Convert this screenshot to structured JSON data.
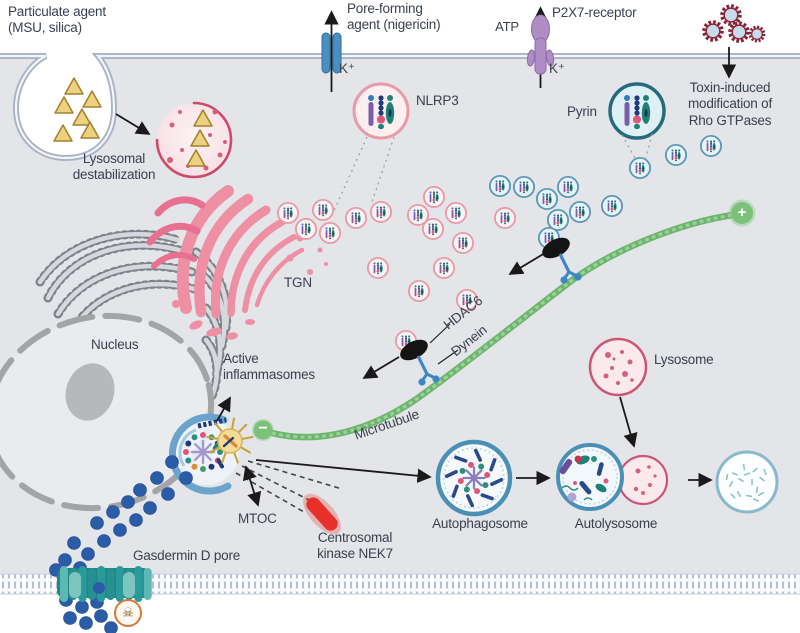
{
  "figure": {
    "top": {
      "particulate_line1": "Particulate agent",
      "particulate_line2": "(MSU, silica)",
      "pore_line1": "Pore-forming",
      "pore_line2": "agent (nigericin)",
      "k_plus": "K⁺",
      "atp": "ATP",
      "p2x7": "P2X7-receptor",
      "toxin_line1": "Toxin-induced",
      "toxin_line2": "modification of",
      "toxin_line3": "Rho GTPases"
    },
    "sensors": {
      "nlrp3": "NLRP3",
      "pyrin": "Pyrin"
    },
    "organelles": {
      "lyso_destab_line1": "Lysosomal",
      "lyso_destab_line2": "destabilization",
      "tgn": "TGN",
      "nucleus": "Nucleus",
      "lysosome": "Lysosome"
    },
    "trafficking": {
      "active_line1": "Active",
      "active_line2": "inflammasomes",
      "hdac6": "HDAC6",
      "dynein": "Dynein",
      "microtubule": "Microtubule",
      "mtoc": "MTOC",
      "nek7_line1": "Centrosomal",
      "nek7_line2": "kinase NEK7",
      "plus_end": "+",
      "minus_end": "−"
    },
    "outcomes": {
      "gasdermin": "Gasdermin D pore",
      "autophagosome": "Autophagosome",
      "autolysosome": "Autolysosome"
    },
    "icons": {
      "skull": "☠"
    },
    "colors": {
      "cell_bg": "#e3e5e9",
      "membrane": "#a9b2c6",
      "tgn_pink": "#ee8fa4",
      "lysosome_border": "#cc5575",
      "microtubule_green": "#6cb56c",
      "gasdermin_teal": "#2a9a9a",
      "gsdmd_dot_navy": "#2a5ca8",
      "nlrp3_border": "#e89aa6",
      "pyrin_border": "#256b7c",
      "p2x7_purple": "#b08cc4",
      "channel_blue": "#4a8fc0",
      "toxin_red": "#8c2030",
      "nek7_red": "#e8302a",
      "particle_tan": "#ecd27e",
      "dynein_blue": "#3d85c6",
      "text": "#39414e"
    }
  }
}
